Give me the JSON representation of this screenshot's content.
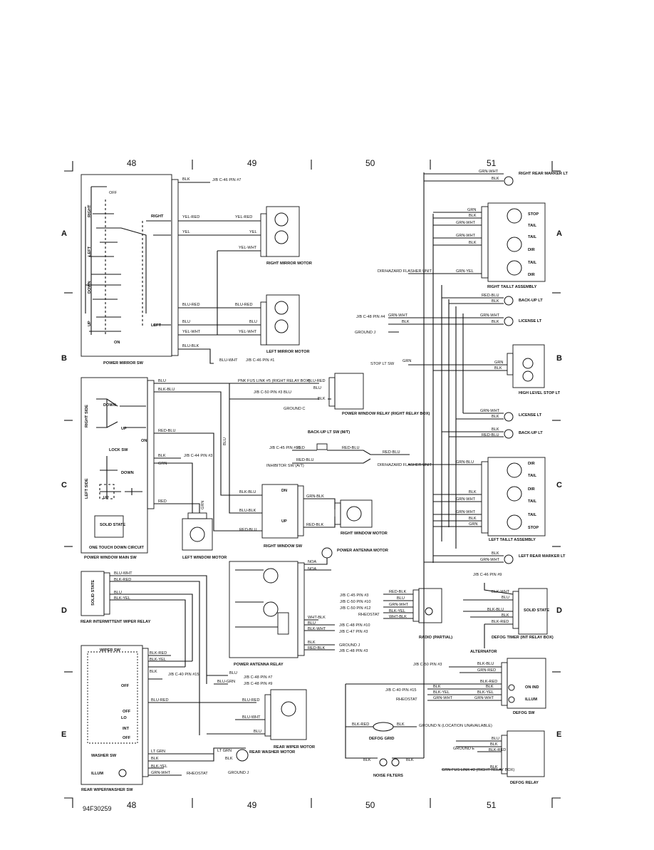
{
  "sheet": {
    "columns": [
      "48",
      "49",
      "50",
      "51"
    ],
    "rows": [
      "A",
      "B",
      "C",
      "D",
      "E"
    ],
    "code": "94F30259"
  },
  "components": {
    "power_mirror_sw": "POWER MIRROR SW",
    "right_mirror_motor": "RIGHT MIRROR MOTOR",
    "left_mirror_motor": "LEFT MIRROR MOTOR",
    "power_window_main_sw": "POWER WINDOW MAIN SW",
    "power_window_relay": "POWER WINDOW RELAY (RIGHT RELAY BOX)",
    "right_window_sw": "RIGHT WINDOW SW",
    "right_window_motor": "RIGHT WINDOW MOTOR",
    "left_window_motor": "LEFT WINDOW MOTOR",
    "one_touch": "ONE TOUCH DOWN CIRCUIT",
    "solid_state": "SOLID STATE",
    "backup_lt_sw": "BACK-UP LT SW (M/T)",
    "power_antenna_motor": "POWER ANTENNA MOTOR",
    "power_antenna_relay": "POWER ANTENNA RELAY",
    "rear_intermittent_wiper_relay": "REAR INTERMITTENT WIPER RELAY",
    "rear_wiper_motor": "REAR WIPER MOTOR",
    "rear_washer_motor": "REAR WASHER MOTOR",
    "rear_wiper_washer_sw": "REAR WIPER/WASHER SW",
    "wiper_sw": "WIPER SW",
    "washer_sw": "WASHER SW",
    "illum": "ILLUM",
    "rheostat": "RHEOSTAT",
    "radio": "RADIO (PARTIAL)",
    "right_taillt_assembly": "RIGHT TAILLT ASSEMBLY",
    "left_taillt_assembly": "LEFT TAILLT ASSEMBLY",
    "high_level_stop_lt": "HIGH LEVEL STOP LT",
    "defog_timer": "DEFOG TIMER (INT RELAY BOX)",
    "defog_sw": "DEFOG SW",
    "defog_grid": "DEFOG GRID",
    "defog_relay": "DEFOG RELAY",
    "alternator": "ALTERNATOR",
    "noise_filters": "NOISE FILTERS",
    "right_rear_marker_lt": "RIGHT REAR MARKER LT",
    "left_rear_marker_lt": "LEFT REAR MARKER LT"
  },
  "switch_labels": {
    "off": "OFF",
    "right": "RIGHT",
    "left": "LEFT",
    "down": "DOWN",
    "up": "UP",
    "on": "ON",
    "lock_sw": "LOCK SW",
    "right_side": "RIGHT SIDE",
    "left_side": "LEFT SIDE",
    "dn": "DN",
    "lo": "LO",
    "int": "INT",
    "on_ind": "ON IND",
    "stop": "STOP",
    "tail": "TAIL",
    "dir": "DIR",
    "backup_lt": "BACK-UP LT",
    "license_lt": "LICENSE LT"
  },
  "wires": {
    "blk": "BLK",
    "blu": "BLU",
    "grn": "GRN",
    "red": "RED",
    "yel_red": "YEL-RED",
    "yel": "YEL",
    "yel_wht": "YEL-WHT",
    "blu_red": "BLU-RED",
    "blu_blk": "BLU-BLK",
    "blu_wht": "BLU-WHT",
    "blk_blu": "BLK-BLU",
    "red_blu": "RED-BLU",
    "grn_blk": "GRN-BLK",
    "red_blk": "RED-BLK",
    "blk_red": "BLK-RED",
    "blk_yel": "BLK-YEL",
    "blk_wht": "BLK-WHT",
    "wht_blk": "WHT-BLK",
    "grn_wht": "GRN-WHT",
    "grn_yel": "GRN-YEL",
    "grn_red": "GRN-RED",
    "grn_blu": "GRN-BLU",
    "blu_grn": "BLU-GRN",
    "lt_grn": "LT GRN",
    "noa": "NOA"
  },
  "references": {
    "jb_c46_7": "J/B C-46 PIN #7",
    "jb_c46_1": "J/B C-46 PIN #1",
    "pnk_fus_5": "PNK FUS LINK #5 (RIGHT RELAY BOX)",
    "jb_c50_3": "J/B C-50 PIN #3",
    "ground_c": "GROUND C",
    "jb_c44_3": "J/B C-44 PIN #3",
    "jb_c45_10": "J/B C-45 PIN #10",
    "inhibitor_sw": "INHIBITOR SW (A/T)",
    "jb_c45_3": "J/B C-45 PIN #3",
    "jb_c50_10": "J/B C-50 PIN #10",
    "jb_c50_12": "J/B C-50 PIN #12",
    "jb_c48_10": "J/B C-48 PIN #10",
    "jb_c47_3": "J/B C-47 PIN #3",
    "ground_j": "GROUND J",
    "jb_c48_3": "J/B C-48 PIN #3",
    "jb_c40_15": "J/B C-40 PIN #15",
    "jb_c48_7": "J/B C-48 PIN #7",
    "jb_c48_9": "J/B C-48 PIN #9",
    "jb_c48_4": "J/B C-48 PIN #4",
    "dir_hazard": "DIR/HAZARD FLASHER UNIT",
    "stop_lt_sw": "STOP LT SW",
    "jb_c46_9": "J/B C-46 PIN #9",
    "ground_n": "GROUND N (LOCATION UNAVAILABLE)",
    "ground_e": "GROUND E",
    "grn_fus_2": "GRN FUS LINK #2 (RIGHT RELAY BOX)"
  },
  "colors": {
    "ink": "#111111",
    "paper": "#ffffff"
  }
}
